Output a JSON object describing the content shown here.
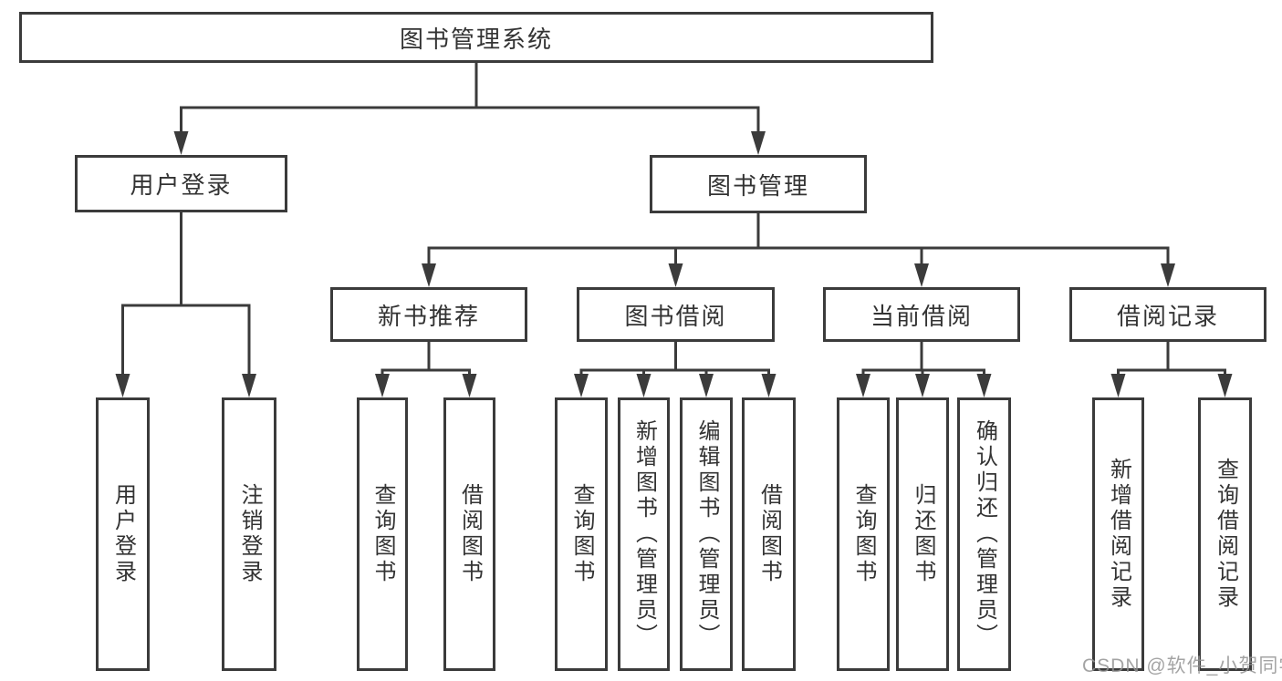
{
  "diagram": {
    "watermark": "CSDN @软件_小贺同学",
    "colors": {
      "line": "#3b3b3b",
      "text": "#333333",
      "background": "#ffffff",
      "watermark": "#949494"
    },
    "nodes": {
      "system": {
        "label": "图书管理系统"
      },
      "user_login": {
        "label": "用户登录"
      },
      "book_management": {
        "label": "图书管理"
      },
      "new_book_recommend": {
        "label": "新书推荐"
      },
      "book_borrow": {
        "label": "图书借阅"
      },
      "current_borrow": {
        "label": "当前借阅"
      },
      "borrow_records": {
        "label": "借阅记录"
      },
      "login": {
        "label": "用户登录"
      },
      "logout": {
        "label": "注销登录"
      },
      "rec_query_books": {
        "label": "查询图书"
      },
      "rec_borrow_books": {
        "label": "借阅图书"
      },
      "bor_query_books": {
        "label": "查询图书"
      },
      "bor_add_books": {
        "label": "新增图书（管理员）"
      },
      "bor_edit_books": {
        "label": "编辑图书（管理员）"
      },
      "bor_borrow_books": {
        "label": "借阅图书"
      },
      "cur_query_books": {
        "label": "查询图书"
      },
      "cur_return_books": {
        "label": "归还图书"
      },
      "cur_confirm_return": {
        "label": "确认归还（管理员）"
      },
      "records_add_record": {
        "label": "新增借阅记录"
      },
      "records_query_record": {
        "label": "查询借阅记录"
      }
    }
  }
}
